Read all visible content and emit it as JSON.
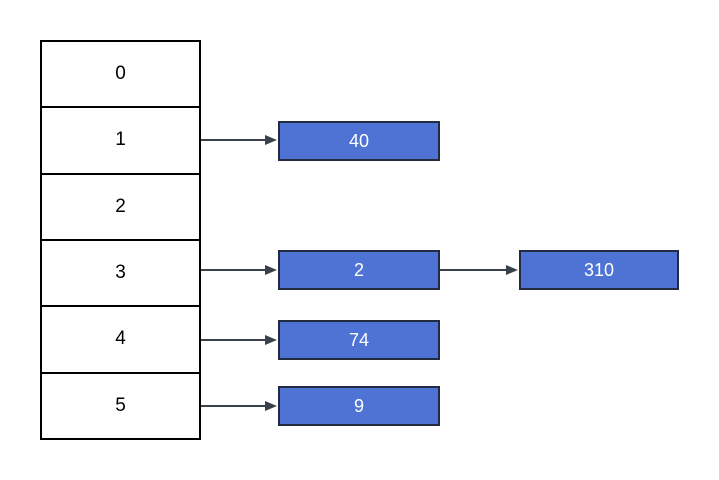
{
  "diagram": {
    "type": "hash-table-separate-chaining",
    "colors": {
      "background": "#ffffff",
      "node_fill": "#4e73d5",
      "node_border": "#232b3e",
      "node_text": "#ffffff",
      "array_border": "#000000",
      "array_text": "#000000",
      "arrow": "#3a414c"
    },
    "buckets": [
      {
        "index": "0",
        "chain": []
      },
      {
        "index": "1",
        "chain": [
          "40"
        ]
      },
      {
        "index": "2",
        "chain": []
      },
      {
        "index": "3",
        "chain": [
          "2",
          "310"
        ]
      },
      {
        "index": "4",
        "chain": [
          "74"
        ]
      },
      {
        "index": "5",
        "chain": [
          "9"
        ]
      }
    ]
  }
}
